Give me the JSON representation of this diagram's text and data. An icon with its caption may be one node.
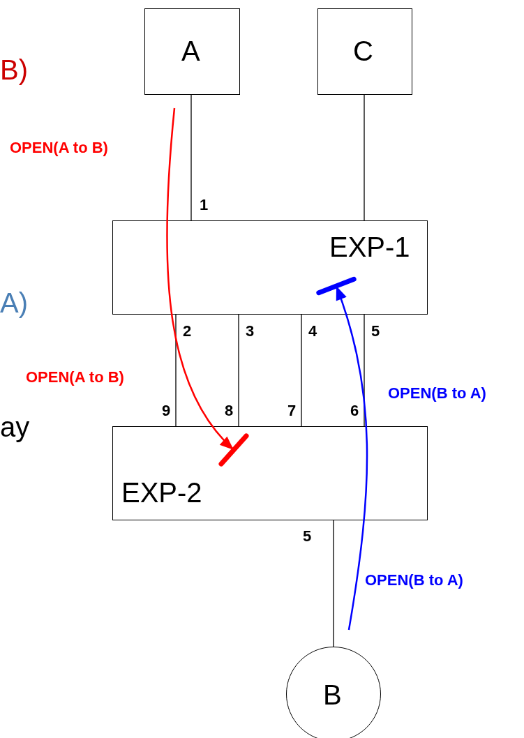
{
  "diagram": {
    "nodes": [
      {
        "text": [
          "A"
        ]
      },
      {
        "text": [
          "C"
        ]
      },
      {
        "text": [
          "EXP-1"
        ]
      },
      {
        "text": [
          "EXP-2"
        ]
      },
      {
        "text": [
          "B"
        ]
      }
    ],
    "edges": [
      {
        "from": 0,
        "to": 2,
        "arrow": "none"
      },
      {
        "from": 1,
        "to": 2,
        "arrow": "none"
      },
      {
        "from": 2,
        "to": 3,
        "arrow": "none"
      },
      {
        "from": 2,
        "to": 3,
        "arrow": "none"
      },
      {
        "from": 2,
        "to": 3,
        "arrow": "none"
      },
      {
        "from": 2,
        "to": 3,
        "arrow": "none"
      },
      {
        "from": 3,
        "to": 4,
        "arrow": "none"
      },
      {
        "from": null,
        "to": 3,
        "arrow": "to",
        "label": "OPEN(A to B)",
        "color": "#ff0000"
      },
      {
        "from": null,
        "to": 2,
        "arrow": "to",
        "label": "OPEN(B to A)",
        "color": "#0000ff"
      }
    ],
    "labels": [
      "B)",
      "1",
      "A)",
      "2",
      "3",
      "4",
      "5",
      "OPEN(A to B)",
      "OPEN(B to A)",
      "9",
      "8",
      "7",
      "6",
      "ay",
      "5"
    ]
  }
}
